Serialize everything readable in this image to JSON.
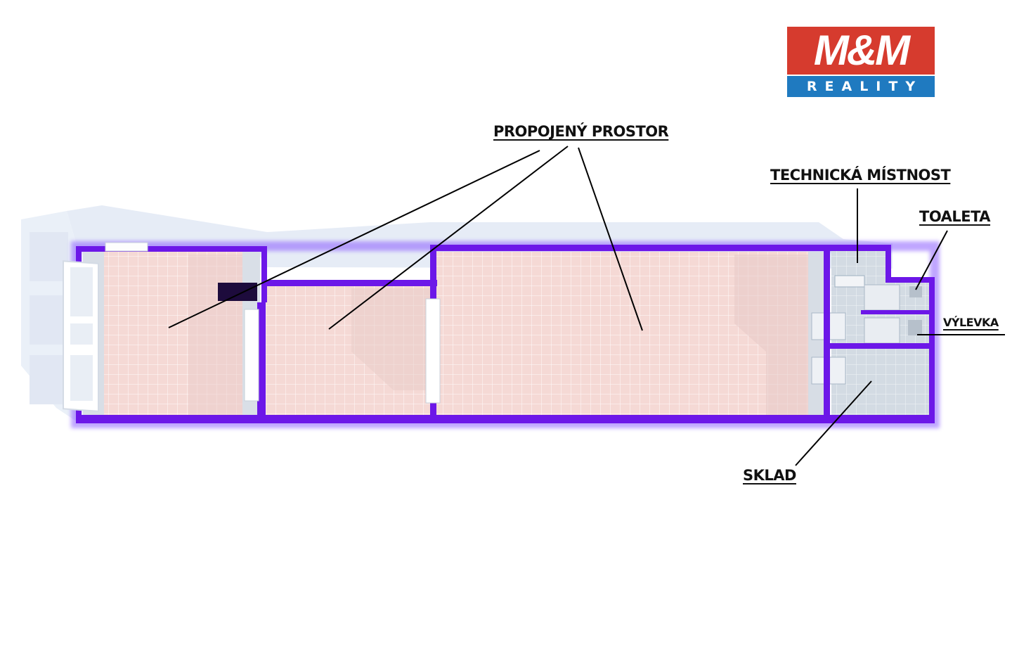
{
  "logo": {
    "main": "M&M",
    "sub": "REALITY",
    "colors": {
      "top": "#d63b2e",
      "bottom": "#1f7ac0"
    }
  },
  "labels": {
    "propojeny_prostor": "PROPOJENÝ PROSTOR",
    "technicka_mistnost": "TECHNICKÁ MÍSTNOST",
    "toaleta": "TOALETA",
    "vylevka": "VÝLEVKA",
    "sklad": "SKLAD"
  },
  "colors": {
    "wall": "#6a16e6",
    "floor_tile": "#f4d7d3",
    "grey_floor": "#cdd6df",
    "shadow": "#dfe6f2"
  }
}
